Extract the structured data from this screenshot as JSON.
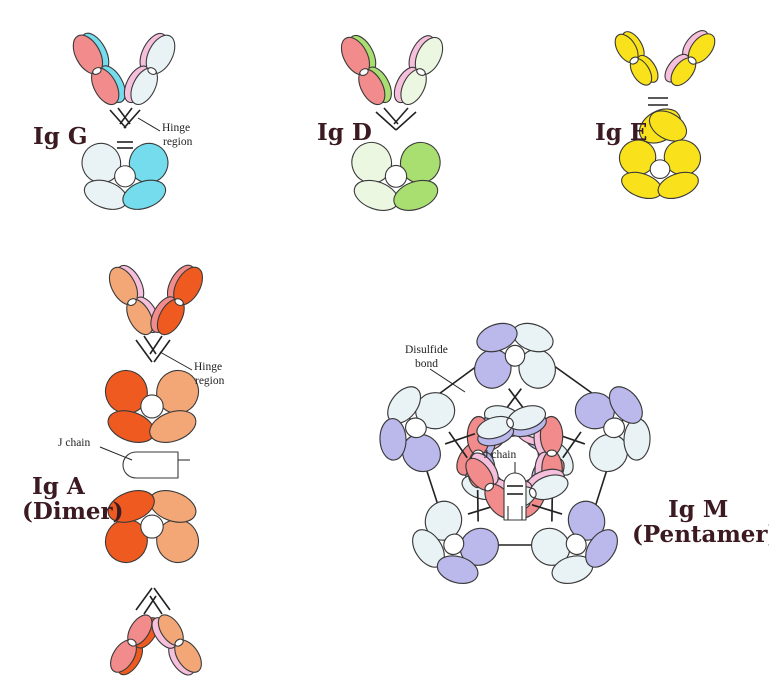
{
  "labels": {
    "igg": "Ig G",
    "igd": "Ig D",
    "ige": "Ig E",
    "iga": "Ig A",
    "iga_sub": "(Dimer)",
    "igm": "Ig M",
    "igm_sub": "(Pentamer)",
    "hinge_line1": "Hinge",
    "hinge_line2": "region",
    "j_chain": "J chain",
    "disulfide_line1": "Disulfide",
    "disulfide_line2": "bond"
  },
  "colors": {
    "pink": "#f28b8b",
    "light_pink": "#f6c0dc",
    "pale_blue": "#e9f3f6",
    "cyan": "#74dcec",
    "green": "#a9de70",
    "pale_green": "#ecf7e2",
    "yellow": "#f9e21c",
    "orange": "#f4a776",
    "red_orange": "#ef5a21",
    "lavender": "#bbb9ec",
    "text": "#3b1a22"
  }
}
